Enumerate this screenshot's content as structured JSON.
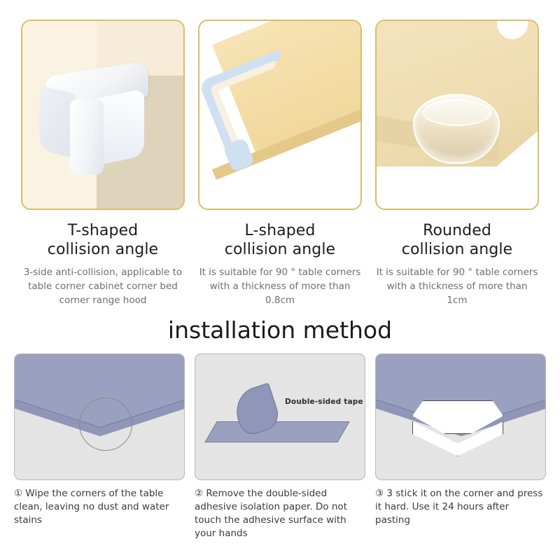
{
  "products": [
    {
      "image_name": "t-shaped-corner-guard-photo",
      "title": "T-shaped\ncollision angle",
      "title_line1": "T-shaped",
      "title_line2": "collision angle",
      "description": "3-side anti-collision, applicable to table corner cabinet corner bed corner range hood",
      "card_border_color": "#d9bd6a",
      "background_color": "#fbf3e2"
    },
    {
      "image_name": "l-shaped-corner-guard-photo",
      "title_line1": "L-shaped",
      "title_line2": "collision angle",
      "description": "It is suitable for 90 ° table corners with a thickness of more than 0.8cm",
      "card_border_color": "#d9bd6a",
      "background_color": "#ffffff"
    },
    {
      "image_name": "rounded-corner-guard-photo",
      "title_line1": "Rounded",
      "title_line2": "collision angle",
      "description": "It is suitable for 90 ° table corners with a thickness of more than 1cm",
      "card_border_color": "#d9bd6a",
      "background_color": "#f0dcae"
    }
  ],
  "installation": {
    "heading": "installation method",
    "steps": [
      {
        "diagram_name": "bare-table-corner-diagram",
        "caption": "① Wipe the corners of the table clean, leaving no dust and water stains"
      },
      {
        "diagram_name": "double-sided-tape-diagram",
        "label": "Double-sided tape",
        "caption": "② Remove the double-sided adhesive isolation paper. Do not touch the adhesive surface with your hands"
      },
      {
        "diagram_name": "guard-attached-corner-diagram",
        "caption": "③ 3 stick it on the corner and press it hard. Use it 24 hours after pasting"
      }
    ],
    "panel_fill_color": "#e4e4e4",
    "table_color": "#9aa1c0"
  }
}
